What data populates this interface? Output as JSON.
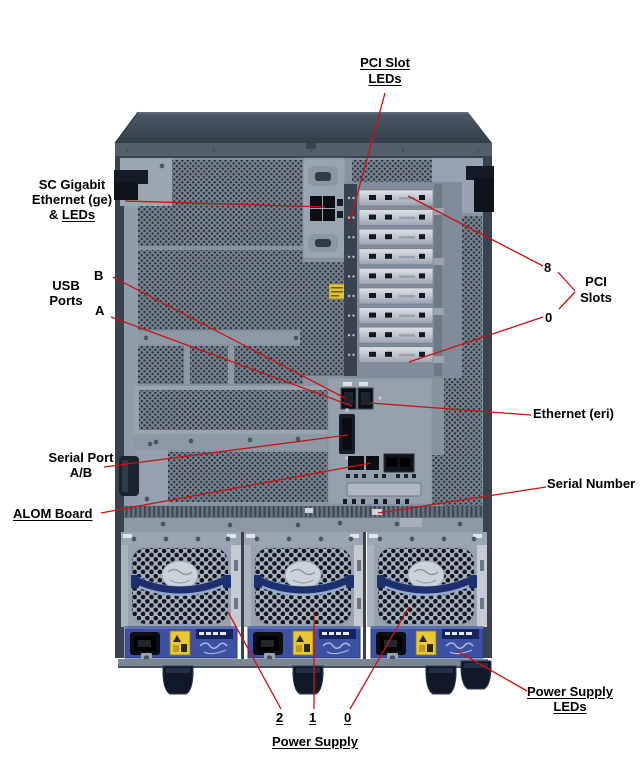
{
  "figure": {
    "callouts": {
      "pci_slot_leds": {
        "line1": "PCI Slot",
        "line2": "LEDs"
      },
      "sc_gigabit_ethernet": {
        "line1": "SC Gigabit",
        "line2": "Ethernet (ge)",
        "line3_prefix": "& ",
        "line3_link": "LEDs"
      },
      "usb_ports": {
        "line1": "USB",
        "line2": "Ports",
        "port_b": "B",
        "port_a": "A"
      },
      "serial_port": {
        "line1": "Serial Port",
        "line2": "A/B"
      },
      "alom_board": {
        "label": "ALOM Board"
      },
      "pci_slots": {
        "top_slot": "8",
        "bottom_slot": "0",
        "line1": "PCI",
        "line2": "Slots"
      },
      "ethernet_eri": {
        "label": "Ethernet (eri)"
      },
      "serial_number": {
        "label": "Serial Number"
      },
      "power_supply_leds": {
        "line1": "Power Supply",
        "line2": "LEDs"
      },
      "power_supply": {
        "ps2": "2",
        "ps1": "1",
        "ps0": "0",
        "label": "Power Supply"
      }
    },
    "pci_slot_count": 9,
    "power_supply_count": 3,
    "colors": {
      "callout_line": "#cc1111",
      "label_text": "#000000",
      "chassis_dark": "#3e4a57",
      "panel": "#8793a1",
      "psu_blue": "#3c51a1",
      "warning_yellow": "#e9c735",
      "handle_navy": "#1e2f6d",
      "background": "#ffffff"
    }
  }
}
